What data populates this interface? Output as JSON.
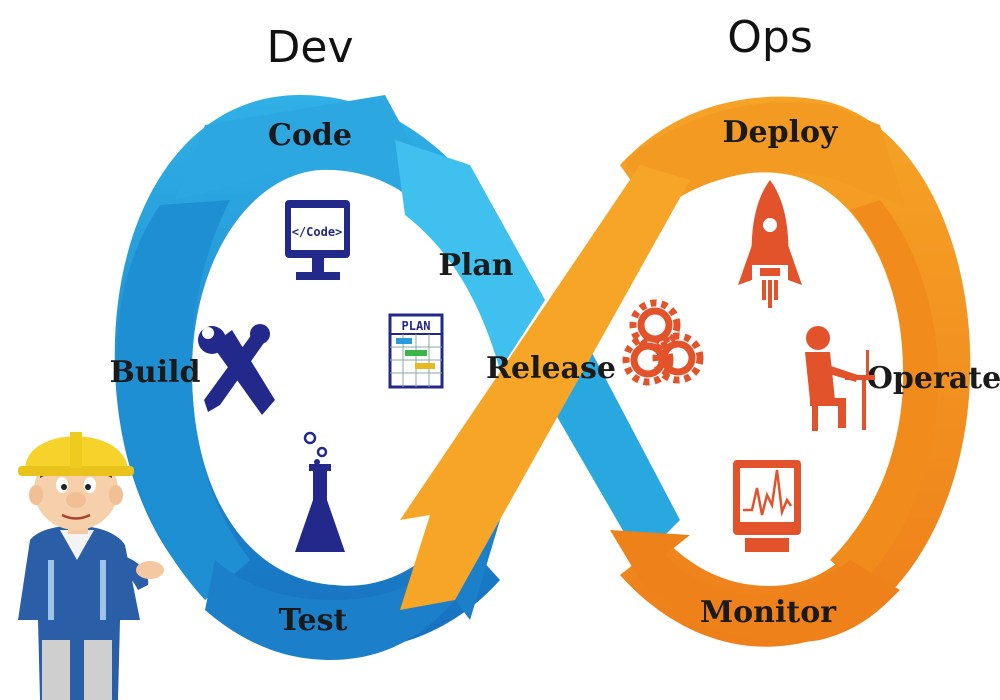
{
  "headings": {
    "dev": "Dev",
    "ops": "Ops"
  },
  "stages": {
    "code": "Code",
    "plan": "Plan",
    "build": "Build",
    "test": "Test",
    "release": "Release",
    "deploy": "Deploy",
    "operate": "Operate",
    "monitor": "Monitor"
  },
  "icons": {
    "code_monitor": {
      "name": "code-monitor-icon",
      "text": "</Code>"
    },
    "plan_chart": {
      "name": "plan-gantt-icon",
      "text": "PLAN"
    },
    "tools": {
      "name": "wrench-screwdriver-icon"
    },
    "flask": {
      "name": "lab-flask-icon"
    },
    "gears": {
      "name": "gears-icon"
    },
    "rocket": {
      "name": "rocket-icon"
    },
    "operator": {
      "name": "person-at-desk-icon"
    },
    "monitor_chart": {
      "name": "monitor-chart-icon"
    },
    "engineer": {
      "name": "engineer-mascot"
    }
  },
  "colors": {
    "dev_blue": "#1f9ad6",
    "dev_blue_light": "#33b7e8",
    "dev_blue_dark": "#1676c0",
    "ops_orange": "#f0901e",
    "ops_orange_light": "#f8a92b",
    "icon_navy": "#23298a",
    "icon_red": "#e2532b"
  }
}
